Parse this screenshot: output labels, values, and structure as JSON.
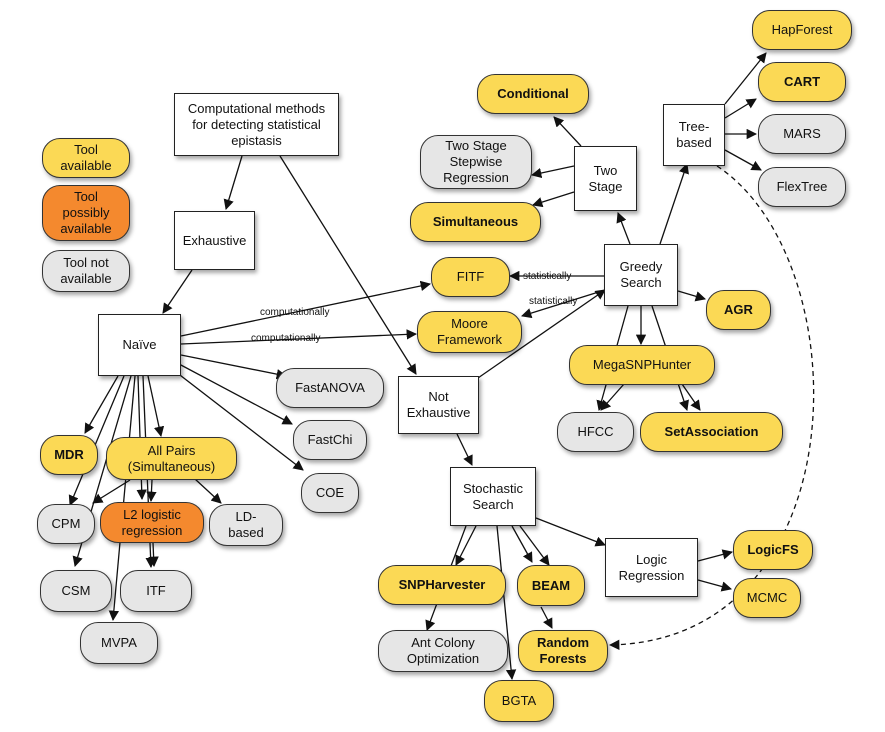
{
  "legend": {
    "available": "Tool\navailable",
    "possibly": "Tool\npossibly\navailable",
    "not_available": "Tool  not\navailable"
  },
  "nodes": {
    "root": "Computational methods\nfor detecting statistical\nepistasis",
    "exhaustive": "Exhaustive",
    "naive": "Naïve",
    "not_exhaustive": "Not\nExhaustive",
    "stochastic": "Stochastic\nSearch",
    "logic_regression": "Logic\nRegression",
    "greedy": "Greedy\nSearch",
    "two_stage": "Two\nStage",
    "tree_based": "Tree-\nbased",
    "hapforest": "HapForest",
    "cart": "CART",
    "mars": "MARS",
    "flextree": "FlexTree",
    "conditional": "Conditional",
    "two_stage_stepwise": "Two Stage\nStepwise\nRegression",
    "simultaneous": "Simultaneous",
    "fitf": "FITF",
    "moore": "Moore\nFramework",
    "agr": "AGR",
    "megasnphunter": "MegaSNPHunter",
    "hfcc": "HFCC",
    "setassociation": "SetAssociation",
    "fastanova": "FastANOVA",
    "fastchi": "FastChi",
    "coe": "COE",
    "mdr": "MDR",
    "all_pairs": "All Pairs\n(Simultaneous)",
    "cpm": "CPM",
    "l2": "L2 logistic\nregression",
    "ld_based": "LD-\nbased",
    "csm": "CSM",
    "itf": "ITF",
    "mvpa": "MVPA",
    "snpharvester": "SNPHarvester",
    "beam": "BEAM",
    "logicfs": "LogicFS",
    "mcmc": "MCMC",
    "ant_colony": "Ant Colony\nOptimization",
    "random_forests": "Random\nForests",
    "bgta": "BGTA"
  },
  "edge_labels": {
    "computationally_1": "computationally",
    "computationally_2": "computationally",
    "statistically_1": "statistically",
    "statistically_2": "statistically"
  },
  "colors": {
    "tool_available": "#fbd955",
    "tool_possibly": "#f4892e",
    "tool_not_available": "#e6e6e6",
    "edge": "#111111"
  }
}
